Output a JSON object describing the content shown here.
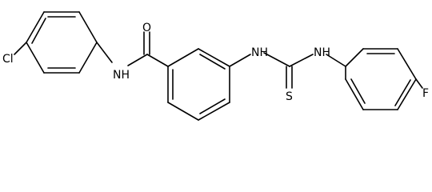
{
  "molecule": {
    "atom_labels": {
      "chlorine": "Cl",
      "amide_nh": "NH",
      "amide_o": "O",
      "thiourea_nh_left": "NH",
      "thiourea_nh_right": "NH",
      "thiocarbonyl_s": "S",
      "fluorine": "F"
    }
  }
}
